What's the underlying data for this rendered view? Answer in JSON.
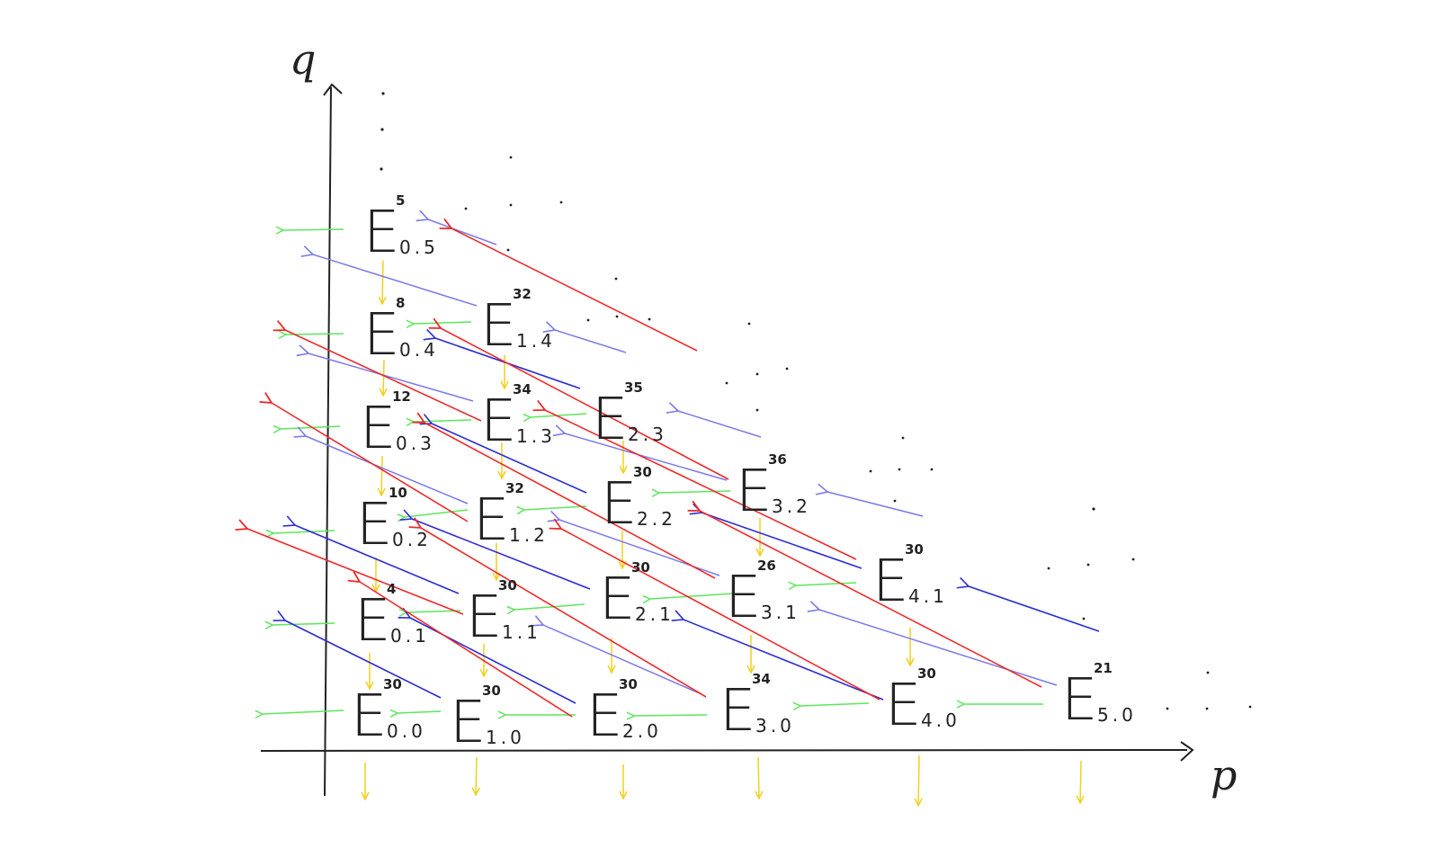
{
  "axes": {
    "x_label": "p",
    "y_label": "q"
  },
  "colors": {
    "ink": "#222222",
    "green": "#5ce65c",
    "yellow": "#f0d020",
    "red": "#ee2a2a",
    "blue_dark": "#2b2bd6",
    "blue_light": "#7a7ae8"
  },
  "nodes": [
    {
      "id": "E00",
      "label": "E",
      "sub": "0.0",
      "sup": "30"
    },
    {
      "id": "E10",
      "label": "E",
      "sub": "1.0",
      "sup": "30"
    },
    {
      "id": "E20",
      "label": "E",
      "sub": "2.0",
      "sup": "30"
    },
    {
      "id": "E30",
      "label": "E",
      "sub": "3.0",
      "sup": "34"
    },
    {
      "id": "E40",
      "label": "E",
      "sub": "4.0",
      "sup": "30"
    },
    {
      "id": "E50",
      "label": "E",
      "sub": "5.0",
      "sup": "21"
    },
    {
      "id": "E01",
      "label": "E",
      "sub": "0.1",
      "sup": "4"
    },
    {
      "id": "E11",
      "label": "E",
      "sub": "1.1",
      "sup": "30"
    },
    {
      "id": "E21",
      "label": "E",
      "sub": "2.1",
      "sup": "30"
    },
    {
      "id": "E31",
      "label": "E",
      "sub": "3.1",
      "sup": "26"
    },
    {
      "id": "E41",
      "label": "E",
      "sub": "4.1",
      "sup": "30"
    },
    {
      "id": "E02",
      "label": "E",
      "sub": "0.2",
      "sup": "10"
    },
    {
      "id": "E12",
      "label": "E",
      "sub": "1.2",
      "sup": "32"
    },
    {
      "id": "E22",
      "label": "E",
      "sub": "2.2",
      "sup": "30"
    },
    {
      "id": "E32",
      "label": "E",
      "sub": "3.2",
      "sup": "36"
    },
    {
      "id": "E03",
      "label": "E",
      "sub": "0.3",
      "sup": "12"
    },
    {
      "id": "E13",
      "label": "E",
      "sub": "1.3",
      "sup": "34"
    },
    {
      "id": "E23",
      "label": "E",
      "sub": "2.3",
      "sup": "35"
    },
    {
      "id": "E04",
      "label": "E",
      "sub": "0.4",
      "sup": "8"
    },
    {
      "id": "E14",
      "label": "E",
      "sub": "1.4",
      "sup": "32"
    },
    {
      "id": "E05",
      "label": "E",
      "sub": "0.5",
      "sup": "5"
    }
  ]
}
